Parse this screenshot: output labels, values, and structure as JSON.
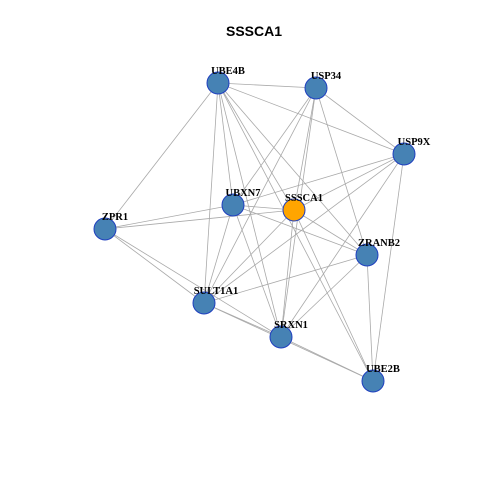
{
  "title": "SSSCA1",
  "colors": {
    "edge": "#a9a9a9",
    "node_fill": "#4682b4",
    "node_stroke": "#1f3fbf",
    "center_fill": "#ffa500",
    "center_stroke": "#1f3fbf"
  },
  "nodes": [
    {
      "id": "UBE4B",
      "label": "UBE4B",
      "center": false
    },
    {
      "id": "USP34",
      "label": "USP34",
      "center": false
    },
    {
      "id": "USP9X",
      "label": "USP9X",
      "center": false
    },
    {
      "id": "UBXN7",
      "label": "UBXN7",
      "center": false
    },
    {
      "id": "SSSCA1",
      "label": "SSSCA1",
      "center": true
    },
    {
      "id": "ZPR1",
      "label": "ZPR1",
      "center": false
    },
    {
      "id": "ZRANB2",
      "label": "ZRANB2",
      "center": false
    },
    {
      "id": "SULT1A1",
      "label": "SULT1A1",
      "center": false
    },
    {
      "id": "SRXN1",
      "label": "SRXN1",
      "center": false
    },
    {
      "id": "UBE2B",
      "label": "UBE2B",
      "center": false
    }
  ],
  "edges": [
    [
      "UBE4B",
      "USP34"
    ],
    [
      "UBE4B",
      "USP9X"
    ],
    [
      "UBE4B",
      "ZPR1"
    ],
    [
      "UBE4B",
      "UBXN7"
    ],
    [
      "UBE4B",
      "SSSCA1"
    ],
    [
      "UBE4B",
      "ZRANB2"
    ],
    [
      "UBE4B",
      "SULT1A1"
    ],
    [
      "UBE4B",
      "SRXN1"
    ],
    [
      "UBE4B",
      "UBE2B"
    ],
    [
      "USP34",
      "USP9X"
    ],
    [
      "USP34",
      "UBXN7"
    ],
    [
      "USP34",
      "SSSCA1"
    ],
    [
      "USP34",
      "ZRANB2"
    ],
    [
      "USP34",
      "SULT1A1"
    ],
    [
      "USP34",
      "SRXN1"
    ],
    [
      "USP9X",
      "UBXN7"
    ],
    [
      "USP9X",
      "SSSCA1"
    ],
    [
      "USP9X",
      "SULT1A1"
    ],
    [
      "USP9X",
      "SRXN1"
    ],
    [
      "USP9X",
      "UBE2B"
    ],
    [
      "UBXN7",
      "SSSCA1"
    ],
    [
      "UBXN7",
      "ZPR1"
    ],
    [
      "UBXN7",
      "ZRANB2"
    ],
    [
      "UBXN7",
      "SULT1A1"
    ],
    [
      "UBXN7",
      "SRXN1"
    ],
    [
      "SSSCA1",
      "ZPR1"
    ],
    [
      "SSSCA1",
      "ZRANB2"
    ],
    [
      "SSSCA1",
      "SULT1A1"
    ],
    [
      "SSSCA1",
      "SRXN1"
    ],
    [
      "SSSCA1",
      "UBE2B"
    ],
    [
      "ZPR1",
      "SULT1A1"
    ],
    [
      "ZPR1",
      "SRXN1"
    ],
    [
      "ZRANB2",
      "SULT1A1"
    ],
    [
      "ZRANB2",
      "SRXN1"
    ],
    [
      "ZRANB2",
      "UBE2B"
    ],
    [
      "SULT1A1",
      "SRXN1"
    ],
    [
      "SULT1A1",
      "UBE2B"
    ],
    [
      "SRXN1",
      "UBE2B"
    ]
  ]
}
